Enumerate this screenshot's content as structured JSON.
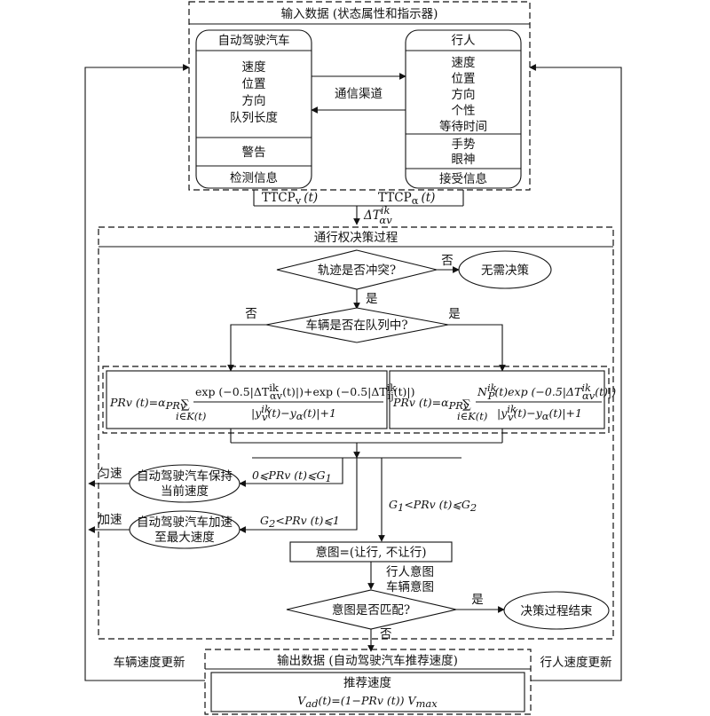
{
  "input_panel": {
    "title": "输入数据 (状态属性和指示器)"
  },
  "av_box": {
    "title": "自动驾驶汽车",
    "attrs": [
      "速度",
      "位置",
      "方向",
      "队列长度"
    ],
    "warning": "警告",
    "detect": "检测信息"
  },
  "ped_box": {
    "title": "行人",
    "attrs": [
      "速度",
      "位置",
      "方向",
      "个性",
      "等待时间"
    ],
    "signals": [
      "手势",
      "眼神"
    ],
    "receive": "接受信息"
  },
  "channel_label": "通信渠道",
  "ttcp_v": "TTCP",
  "ttcp_v_sub": "v",
  "ttcp_v_arg": "(t)",
  "ttcp_a": "TTCP",
  "ttcp_a_sub": "α",
  "ttcp_a_arg": "(t)",
  "delta_t": "ΔT",
  "delta_t_sup": "ik",
  "delta_t_sub": "αv",
  "decision_panel": {
    "title": "通行权决策过程"
  },
  "conflict_q": "轨迹是否冲突?",
  "no_label_1": "否",
  "yes_label_1": "是",
  "no_decision": "无需决策",
  "queue_q": "车辆是否在队列中?",
  "no_label_2": "否",
  "yes_label_2": "是",
  "formula_left": {
    "lhs": "PRv (t)=α",
    "lhs_sub": "PRv",
    "sum_sub": "i∈K(t)",
    "numerator": "exp (−0.5|ΔT",
    "numerator_mid": "(t)|)+exp (−0.5|ΔT",
    "numerator_end": "(t)|)",
    "num_sup": "ik",
    "num_sub1": "αv",
    "num_sub2": "ij",
    "denominator": "|y",
    "denominator_mid": "(t)−y",
    "denominator_end": "(t)|+1",
    "den_sup": "ik",
    "den_sub1": "v",
    "den_sub2": "α"
  },
  "formula_right": {
    "lhs": "PRv (t)=α",
    "lhs_sub": "PRv",
    "sum_sub": "i∈K(t)",
    "numerator_pre": "N",
    "numerator_pre_sup": "ik",
    "numerator_pre_sub": "P",
    "numerator": "(t)exp (−0.5|ΔT",
    "numerator_end": "(t)|)",
    "num_sup": "ik",
    "num_sub": "αv",
    "denominator": "|y",
    "denominator_mid": "(t)−y",
    "denominator_end": "(t)|+1",
    "den_sup": "ik",
    "den_sub1": "v",
    "den_sub2": "α"
  },
  "uniform": "匀速",
  "keep_speed": [
    "自动驾驶汽车保持",
    "当前速度"
  ],
  "cond_1": "0⩽PRv (t)⩽G",
  "cond_1_sub": "1",
  "accelerate": "加速",
  "max_speed": [
    "自动驾驶汽车加速",
    "至最大速度"
  ],
  "cond_3": "G",
  "cond_3_sub": "2",
  "cond_3_rest": "<PRv (t)⩽1",
  "cond_2": "G",
  "cond_2_sub": "1",
  "cond_2_mid": "<PRv (t)⩽G",
  "cond_2_sub2": "2",
  "intent_box": "意图=(让行, 不让行)",
  "intent_labels": [
    "行人意图",
    "车辆意图"
  ],
  "match_q": "意图是否匹配?",
  "yes_label_3": "是",
  "no_label_3": "否",
  "end_label": "决策过程结束",
  "vehicle_update": "车辆速度更新",
  "ped_update": "行人速度更新",
  "output_panel": {
    "title": "输出数据 (自动驾驶汽车推荐速度)"
  },
  "recommend": "推荐速度",
  "speed_formula": "V",
  "speed_formula_sub": "ad",
  "speed_formula_rest": "(t)=(1−PRv (t)) V",
  "speed_formula_end": "max"
}
